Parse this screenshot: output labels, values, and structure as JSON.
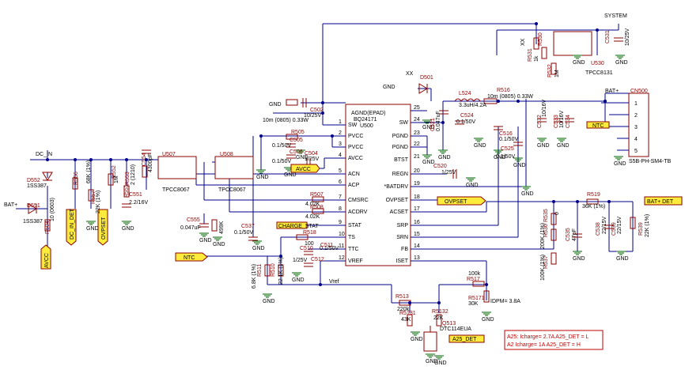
{
  "ic": {
    "ref": "U500",
    "part": "BQ24171",
    "epad": "AGND(EPAD)",
    "left_pins": [
      {
        "num": "1",
        "name": "SW"
      },
      {
        "num": "2",
        "name": "PVCC"
      },
      {
        "num": "3",
        "name": "PVCC"
      },
      {
        "num": "4",
        "name": "AVCC"
      },
      {
        "num": "5",
        "name": "ACN"
      },
      {
        "num": "6",
        "name": "ACP"
      },
      {
        "num": "7",
        "name": "CMSRC"
      },
      {
        "num": "8",
        "name": "ACDRV"
      },
      {
        "num": "9",
        "name": "STAT"
      },
      {
        "num": "10",
        "name": "TS"
      },
      {
        "num": "11",
        "name": "TTC"
      },
      {
        "num": "12",
        "name": "VREF"
      }
    ],
    "right_pins": [
      {
        "num": "25",
        "name": ""
      },
      {
        "num": "24",
        "name": "SW"
      },
      {
        "num": "23",
        "name": "PGND"
      },
      {
        "num": "22",
        "name": "PGND"
      },
      {
        "num": "21",
        "name": "BTST"
      },
      {
        "num": "20",
        "name": "REGN"
      },
      {
        "num": "19",
        "name": "*BATDRV"
      },
      {
        "num": "18",
        "name": "OVPSET"
      },
      {
        "num": "17",
        "name": "ACSET"
      },
      {
        "num": "16",
        "name": "SRP"
      },
      {
        "num": "15",
        "name": "SRN"
      },
      {
        "num": "14",
        "name": "FB"
      },
      {
        "num": "13",
        "name": "ISET"
      }
    ]
  },
  "components": {
    "c502": {
      "ref": "C502",
      "val": "10/25V"
    },
    "r_sw": {
      "val": "10m (0805) 0.33W"
    },
    "r505": {
      "ref": "R505",
      "val": "0.1/50V"
    },
    "c505": {
      "ref": "C505",
      "val": "0.1/50V"
    },
    "c506": {
      "ref": "C506",
      "val": "0.1/50V"
    },
    "c504": {
      "ref": "C504",
      "val": "1/25V"
    },
    "r507": {
      "ref": "R507",
      "val": "4.02K"
    },
    "r508": {
      "ref": "R508",
      "val": "4.02K"
    },
    "r518": {
      "ref": "R518",
      "val": "100"
    },
    "c510": {
      "ref": "C510",
      "val": "0.1/50V"
    },
    "c511": {
      "ref": "C511",
      "val": ""
    },
    "c512": {
      "ref": "C512",
      "val": "1/25V"
    },
    "r511": {
      "ref": "R511",
      "val": "6.8K (1%)"
    },
    "r510": {
      "ref": "R510",
      "val": "22.1K (1%)"
    },
    "r513": {
      "ref": "R513",
      "val": "220k"
    },
    "r5131": {
      "ref": "R5131",
      "val": "43K"
    },
    "r5132": {
      "ref": "R5132",
      "val": "22K"
    },
    "r517": {
      "ref": "R517",
      "val": "100k"
    },
    "r5171": {
      "ref": "R5171",
      "val": "30K"
    },
    "q513": {
      "ref": "Q513",
      "val": "DTC114EUA"
    },
    "d501": {
      "ref": "D501",
      "val": "XX"
    },
    "l524": {
      "ref": "L524",
      "val": "3.3uH/4.2A"
    },
    "r516": {
      "ref": "R516",
      "val": "10m (0805) 0.33W"
    },
    "c521": {
      "ref": "C521",
      "val": "0.047uF"
    },
    "c524": {
      "ref": "C524",
      "val": "0.1/50V"
    },
    "c516": {
      "ref": "C516",
      "val": "0.1/50V"
    },
    "c525": {
      "ref": "C525",
      "val": "0.1/50V"
    },
    "c520": {
      "ref": "C520",
      "val": "1/25V"
    },
    "c532": {
      "ref": "C532",
      "val": "10/16V"
    },
    "c533": {
      "ref": "C533",
      "val": "10/16V"
    },
    "c534": {
      "ref": "C534",
      "val": ""
    },
    "r519": {
      "ref": "R519",
      "val": "36K (1%)"
    },
    "r535": {
      "ref": "R535",
      "val": "0"
    },
    "r536": {
      "ref": "R536",
      "val": "200K (1%)"
    },
    "r537": {
      "ref": "R537",
      "val": "100K (1%)"
    },
    "c535": {
      "ref": "C535",
      "val": "47pF"
    },
    "c538": {
      "ref": "C538",
      "val": "22/15V"
    },
    "c539": {
      "ref": "C539",
      "val": "22/15V"
    },
    "r539": {
      "ref": "R539",
      "val": "22K (1%)"
    },
    "r530": {
      "ref": "R530",
      "val": "XX"
    },
    "r531": {
      "ref": "R531",
      "val": "1k"
    },
    "r532": {
      "ref": "R532",
      "val": "1M"
    },
    "c531": {
      "ref": "C531",
      "val": "10/25V"
    },
    "u530": {
      "ref": "U530",
      "val": "TPCC8131"
    },
    "u507": {
      "ref": "U507",
      "val": "TPCC8067"
    },
    "u508": {
      "ref": "U508",
      "val": "TPCC8067"
    },
    "c554": {
      "ref": "C554",
      "val": "4300pF"
    },
    "r553": {
      "ref": "R553",
      "val": "2 (1210)"
    },
    "c551": {
      "ref": "C551",
      "val": "2.2/16V"
    },
    "c555": {
      "ref": "C555",
      "val": "0.047uF"
    },
    "c537": {
      "ref": "C537",
      "val": "0.1/50V"
    },
    "r_499": {
      "ref": "R",
      "val": "499K"
    },
    "r556": {
      "ref": "R556",
      "val": "68K (1%)"
    },
    "r557": {
      "ref": "R557",
      "val": "22K (1%)"
    },
    "r552": {
      "ref": "R552",
      "val": "1M"
    },
    "r551": {
      "ref": "R551",
      "val": "1M"
    },
    "d552": {
      "ref": "D552",
      "val": "1SS387"
    },
    "d551": {
      "ref": "D551",
      "val": "1SS387"
    },
    "r504": {
      "ref": "R504",
      "val": "10 (0603)"
    },
    "cn500": {
      "ref": "CN500",
      "val": "S5B-PH-SM4-TB"
    }
  },
  "nets": {
    "gnd": "GND",
    "dc_in": "DC_IN",
    "bat_plus": "BAT+",
    "system": "SYSTEM",
    "avcc": "AVCC",
    "ntc": "NTC",
    "charge_stat": "CHARGE_STAT",
    "ovpset": "OVPSET",
    "dc_in_det": "DC_IN_DET",
    "bat_det": "BAT+ DET",
    "a25_det": "A25_DET",
    "vref": "Vref",
    "idpm": "IDPM= 3.8A"
  },
  "connector_pins": [
    "1",
    "2",
    "3",
    "4",
    "5"
  ],
  "note": {
    "line1": "A25: Icharge= 2.7A  A25_DET = L",
    "line2": "A2   Icharge= 1A   A25_DET = H"
  }
}
